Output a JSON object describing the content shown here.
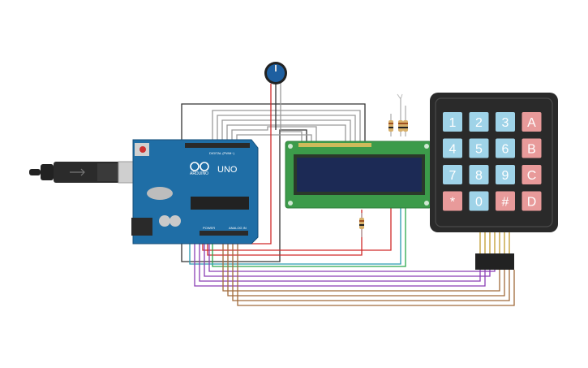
{
  "arduino": {
    "brand": "ARDUINO",
    "model": "UNO",
    "digital_header": "DIGITAL (PWM~)",
    "power_header": "POWER",
    "analog_header": "ANALOG IN"
  },
  "keypad": {
    "keys": [
      {
        "label": "1",
        "color": "#9fd3e8"
      },
      {
        "label": "2",
        "color": "#9fd3e8"
      },
      {
        "label": "3",
        "color": "#9fd3e8"
      },
      {
        "label": "A",
        "color": "#e89a9a"
      },
      {
        "label": "4",
        "color": "#9fd3e8"
      },
      {
        "label": "5",
        "color": "#9fd3e8"
      },
      {
        "label": "6",
        "color": "#9fd3e8"
      },
      {
        "label": "B",
        "color": "#e89a9a"
      },
      {
        "label": "7",
        "color": "#9fd3e8"
      },
      {
        "label": "8",
        "color": "#9fd3e8"
      },
      {
        "label": "9",
        "color": "#9fd3e8"
      },
      {
        "label": "C",
        "color": "#e89a9a"
      },
      {
        "label": "*",
        "color": "#e89a9a"
      },
      {
        "label": "0",
        "color": "#9fd3e8"
      },
      {
        "label": "#",
        "color": "#e89a9a"
      },
      {
        "label": "D",
        "color": "#e89a9a"
      }
    ]
  },
  "colors": {
    "arduino_board": "#1f6ea6",
    "lcd_board": "#3c9b4a",
    "lcd_screen": "#1c2a55",
    "keypad_body": "#2a2a2a",
    "potentiometer": "#1e5fa0",
    "wire_black": "#333333",
    "wire_gray": "#9a9a9a",
    "wire_red": "#d02a2a",
    "wire_green": "#2aa84a",
    "wire_purple": "#8a3fb5",
    "wire_brown": "#a06a3a",
    "wire_teal": "#2a9ab0"
  }
}
